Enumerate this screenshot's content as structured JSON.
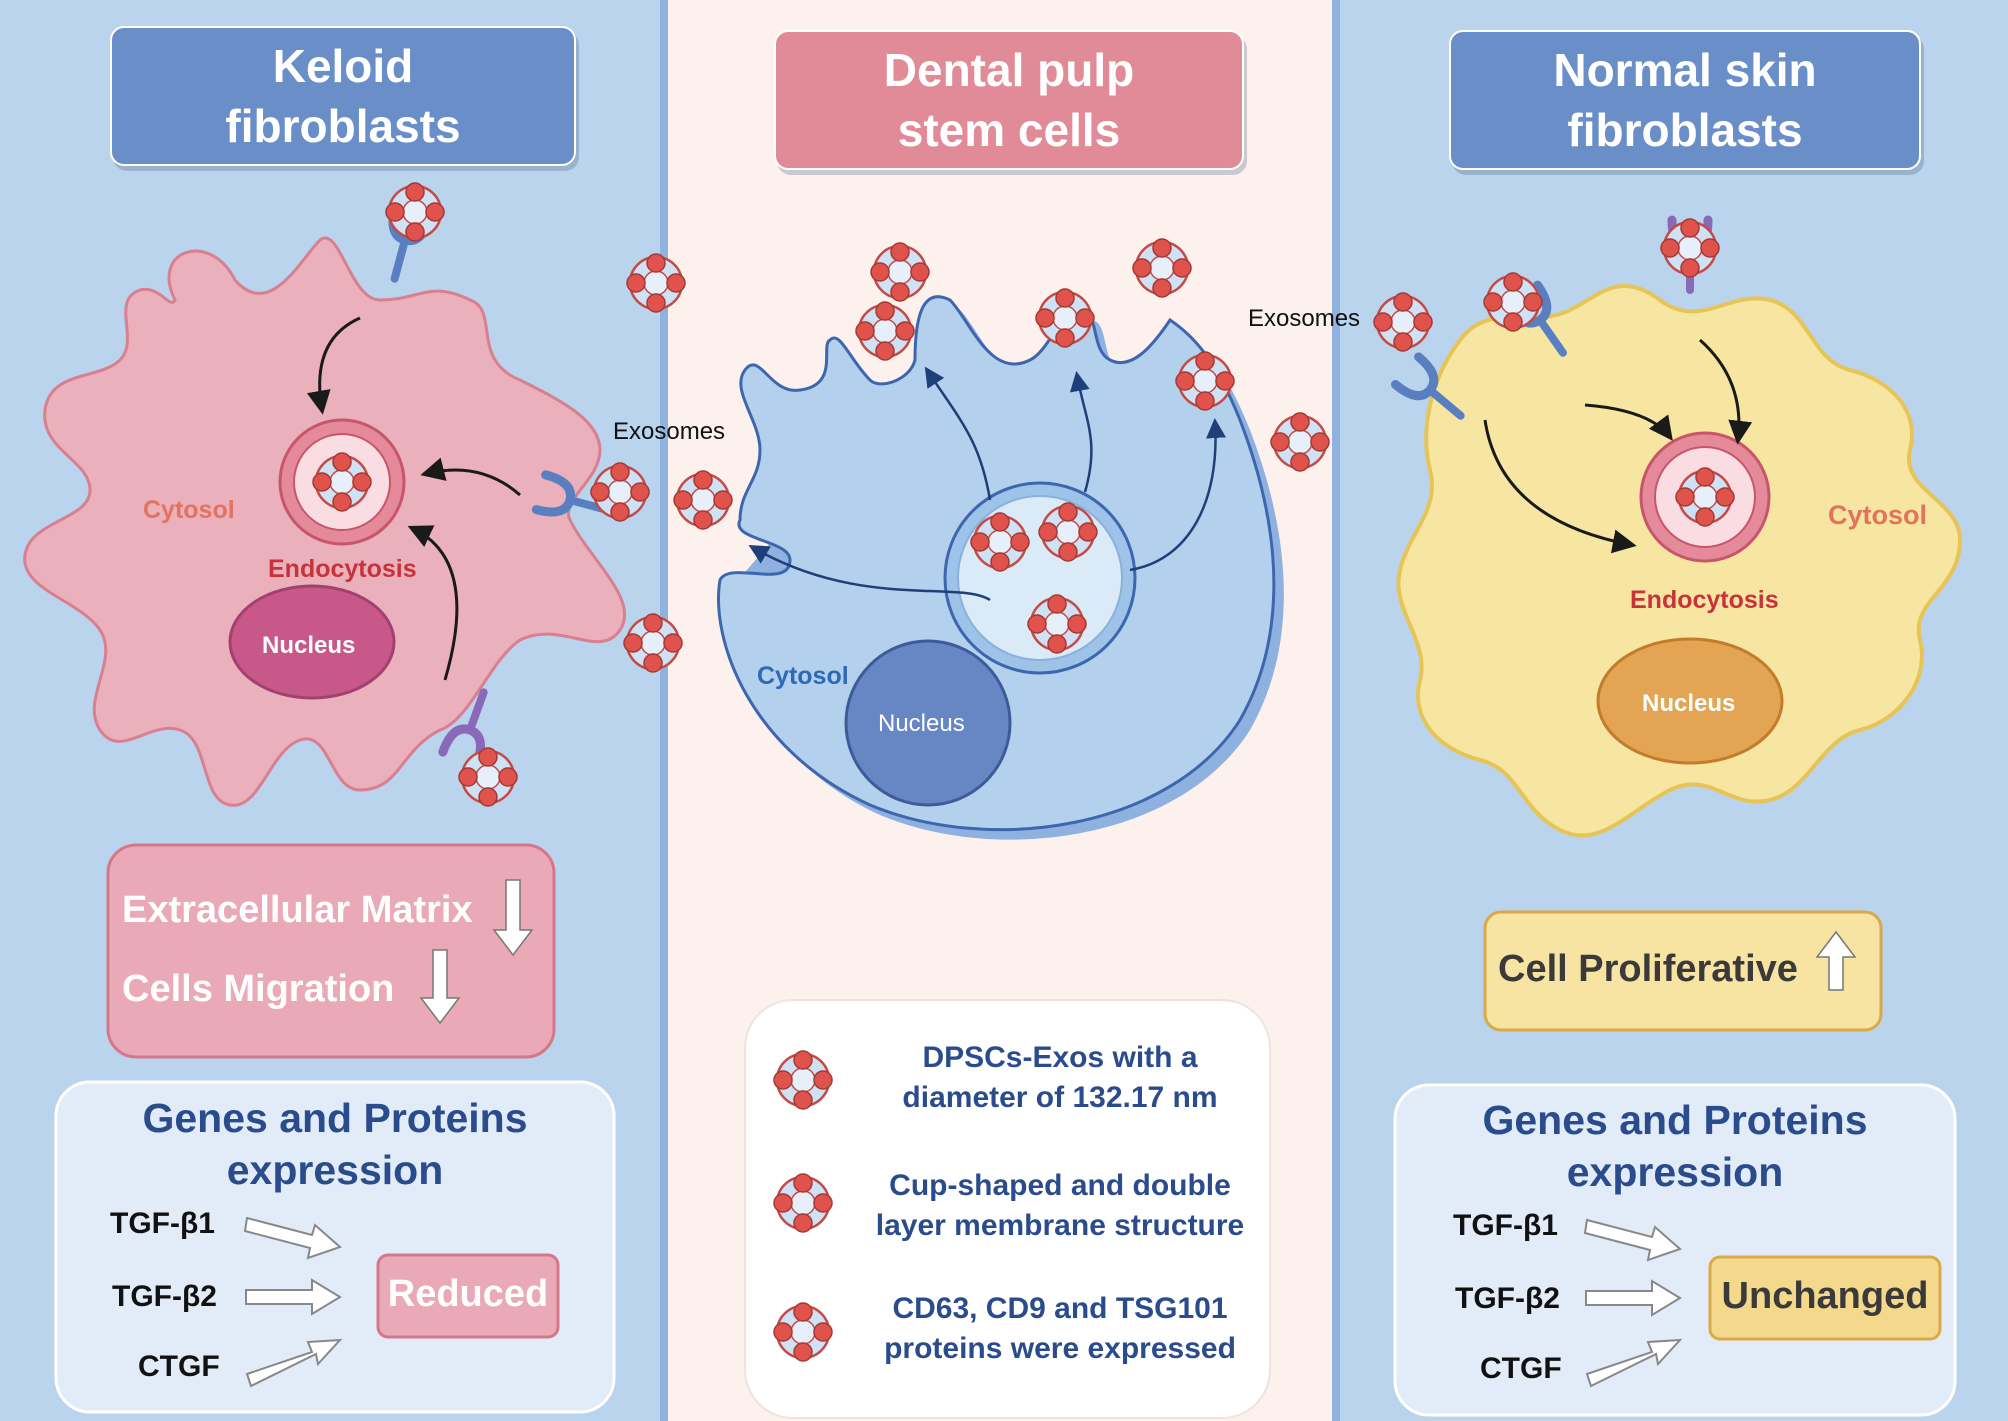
{
  "titles": {
    "keloid": [
      "Keloid",
      "fibroblasts"
    ],
    "dental": [
      "Dental pulp",
      "stem cells"
    ],
    "normal": [
      "Normal skin",
      "fibroblasts"
    ]
  },
  "cell_labels": {
    "keloid_cytosol": "Cytosol",
    "keloid_endocytosis": "Endocytosis",
    "keloid_nucleus": "Nucleus",
    "dental_cytosol": "Cytosol",
    "dental_nucleus": "Nucleus",
    "normal_cytosol": "Cytosol",
    "normal_endocytosis": "Endocytosis",
    "normal_nucleus": "Nucleus",
    "exosomes_left": "Exosomes",
    "exosomes_right": "Exosomes"
  },
  "keloid_effects": {
    "matrix": "Extracellular Matrix",
    "migration": "Cells Migration"
  },
  "normal_effects": {
    "proliferative": "Cell Proliferative"
  },
  "genes_panel": {
    "title": [
      "Genes and Proteins",
      "expression"
    ],
    "genes": [
      "TGF-β1",
      "TGF-β2",
      "CTGF"
    ],
    "keloid_result": "Reduced",
    "normal_result": "Unchanged"
  },
  "dpsc_info": [
    [
      "DPSCs-Exos  with a",
      "diameter of 132.17 nm"
    ],
    [
      "Cup-shaped and double",
      "layer membrane structure"
    ],
    [
      "CD63, CD9 and TSG101",
      "proteins were expressed"
    ]
  ],
  "colors": {
    "side_bg": "#b9d4ec",
    "center_bg": "#fdf1ee",
    "blue_title": "#6a8fc8",
    "pink_title": "#e28b98",
    "keloid_cell": "#eab0bc",
    "dental_cell": "#b3d0ec",
    "normal_cell": "#f7e5a2",
    "exosome_dot": "#e0524c"
  }
}
